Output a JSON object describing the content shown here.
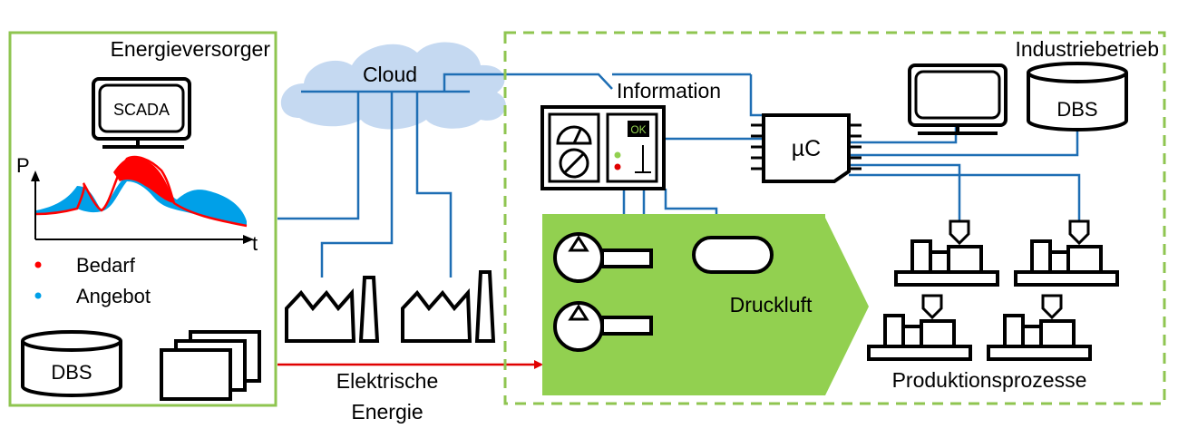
{
  "labels": {
    "supplier": "Energieversorger",
    "scada": "SCADA",
    "axis_p": "P",
    "axis_t": "t",
    "legend_demand": "Bedarf",
    "legend_supply": "Angebot",
    "dbs_left": "DBS",
    "cloud": "Cloud",
    "information": "Information",
    "industry": "Industriebetrieb",
    "dbs_right": "DBS",
    "microcontroller": "µC",
    "ok": "OK",
    "compressed_air": "Druckluft",
    "electric_line1": "Elektrische",
    "electric_line2": "Energie",
    "production": "Produktionsprozesse"
  },
  "colors": {
    "supplier_border": "#8fc550",
    "industry_border": "#8fc550",
    "compressed_air_fill": "#92d050",
    "cloud_fill": "#c5d9f1",
    "info_line": "#1e6eb4",
    "electric_line": "#e00000",
    "demand": "#ff0000",
    "supply": "#00a0e8",
    "ok_text": "#92d050",
    "led_green": "#92d050",
    "led_red": "#e00000"
  }
}
